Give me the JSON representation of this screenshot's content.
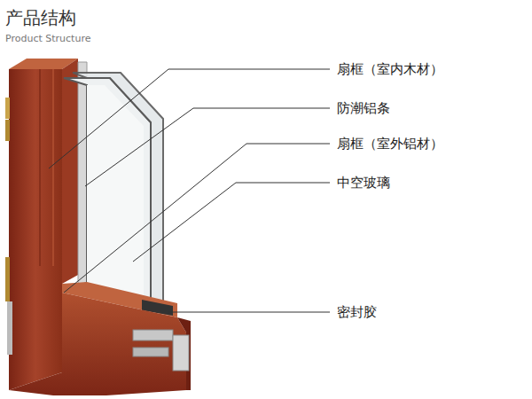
{
  "diagram": {
    "title": "产品结构",
    "labels": [
      "Product Structure",
      "扇框（室内木材）",
      "防潮铝条",
      "扇框（室外铝材）",
      "中空玻璃",
      "密封胶"
    ]
  }
}
